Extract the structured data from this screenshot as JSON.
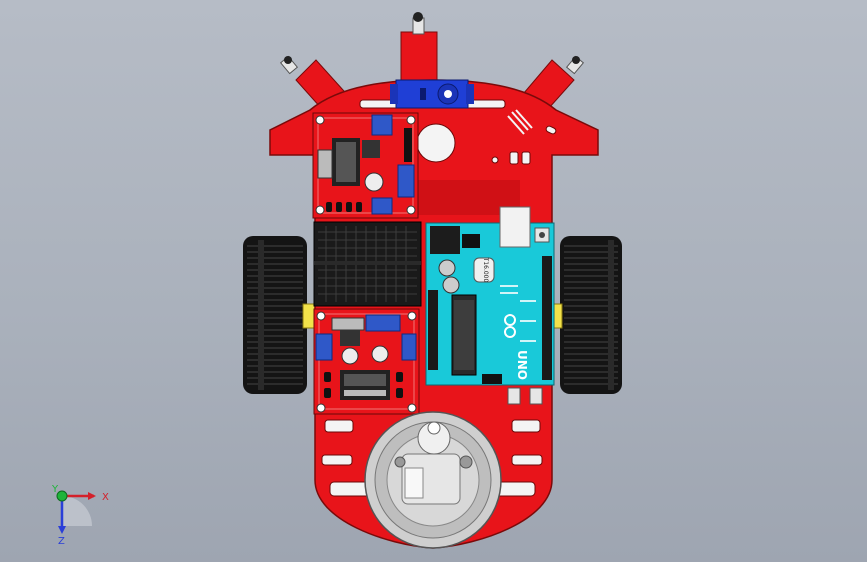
{
  "viewport": {
    "background_top": "#b6bcc6",
    "background_bottom": "#9ea5b1"
  },
  "model": {
    "chassis_color": "#e8141a",
    "chassis_edge": "#7a0a0a",
    "servo_color": "#1f3fd6",
    "arduino_color": "#19c9d9",
    "wheel_color": "#141414",
    "terminal_color": "#2f58c8",
    "board_silkscreen": "UNO",
    "crystal_label": "T16.000"
  },
  "triad": {
    "x_label": "X",
    "y_label": "Y",
    "z_label": "Z",
    "x_color": "#d4202a",
    "y_color": "#1fb43a",
    "z_color": "#2a3fd8"
  }
}
